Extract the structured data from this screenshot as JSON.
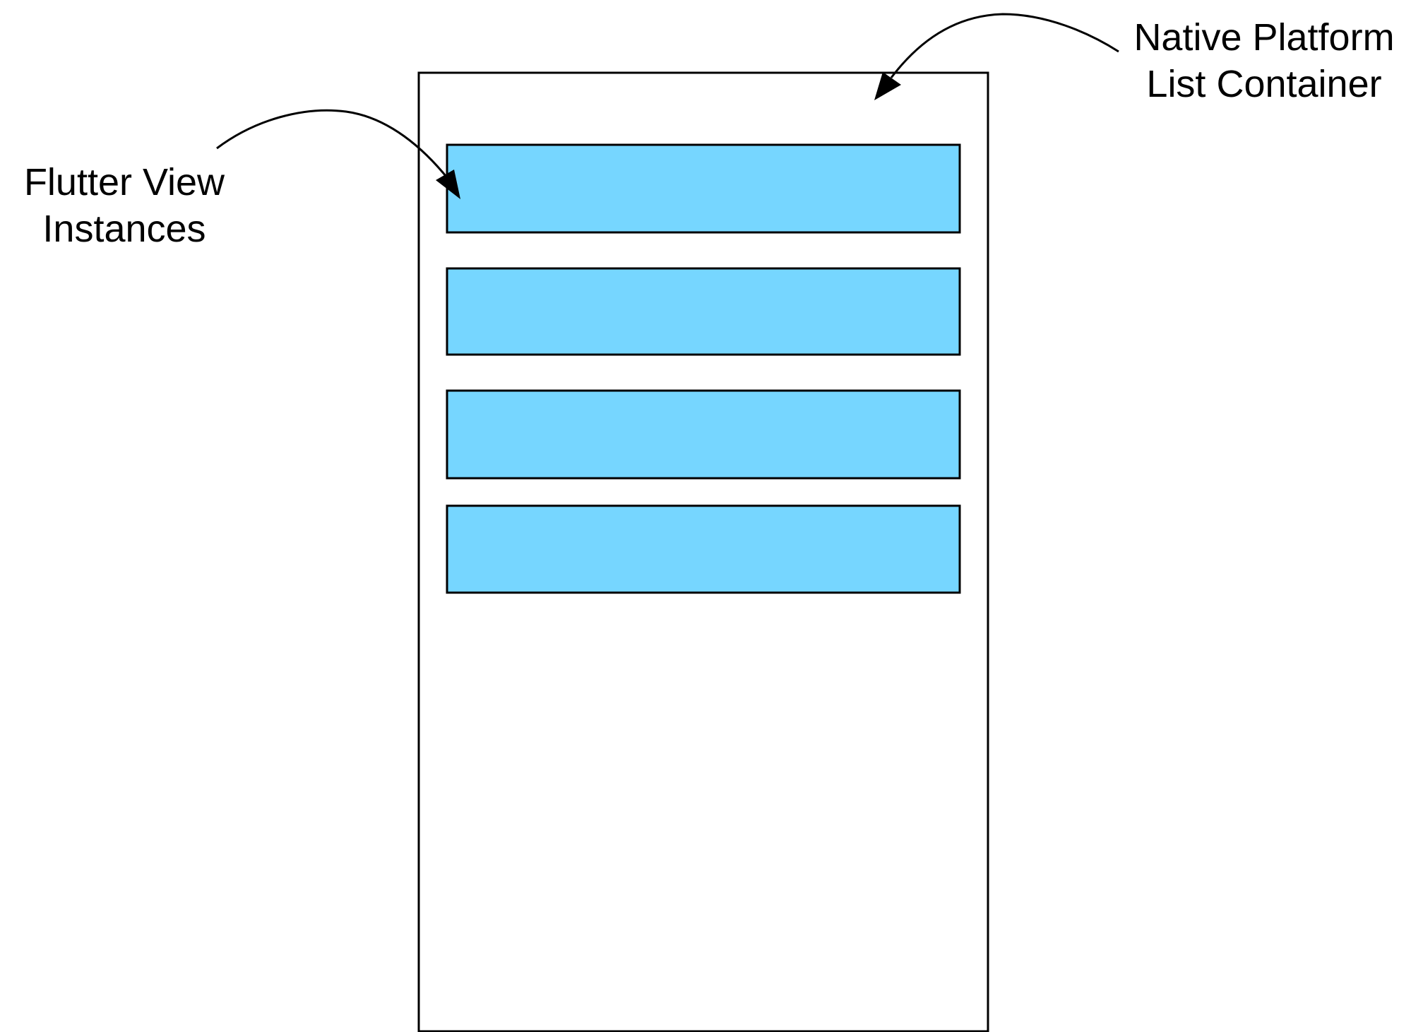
{
  "labels": {
    "flutter_views": [
      "Flutter View",
      "Instances"
    ],
    "native_container": [
      "Native Platform",
      "List Container"
    ]
  },
  "colors": {
    "flutter_view_fill": "#76d6ff",
    "stroke": "#000000",
    "background": "#ffffff"
  },
  "flutter_view_count": 4
}
